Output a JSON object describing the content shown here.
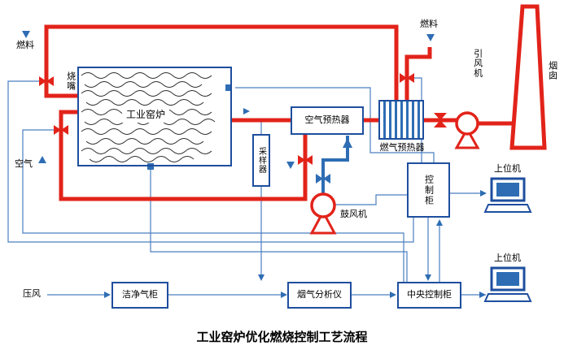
{
  "title": "工业窑炉优化燃烧控制工艺流程",
  "colors": {
    "pipe_red": "#e2231a",
    "pipe_blue": "#2e6db4",
    "signal_blue": "#4a7fc1",
    "box_border_blue": "#1e4e9e",
    "text": "#000000"
  },
  "labels": {
    "fuel_left": "燃料",
    "burner": "烧嘴",
    "air": "空气",
    "furnace": "工业窑炉",
    "sampler": "采样器",
    "air_preheater": "空气预热器",
    "gas_preheater": "燃气预热器",
    "fuel_right": "燃料",
    "induced_fan": "引风机",
    "chimney": "烟囱",
    "blower": "鼓风机",
    "control_cabinet": "控制柜",
    "host_top": "上位机",
    "host_bottom": "上位机",
    "compressed_air": "压风",
    "clean_gas_cabinet": "洁净气柜",
    "flue_gas_analyzer": "烟气分析仪",
    "central_control_cabinet": "中央控制柜"
  },
  "icons": {
    "valve_fuel_left": "valve-icon",
    "valve_air": "valve-icon",
    "valve_fuel_right": "valve-icon",
    "valve_flue": "valve-icon",
    "valve_blower": "valve-icon",
    "valve_hot_air": "valve-icon",
    "induced_fan": "fan-icon",
    "blower_fan": "fan-icon",
    "chimney": "chimney-icon",
    "host_computers": "computer-icon",
    "flow_arrows": "arrow-icon",
    "sensors": "sensor-square-icon"
  }
}
